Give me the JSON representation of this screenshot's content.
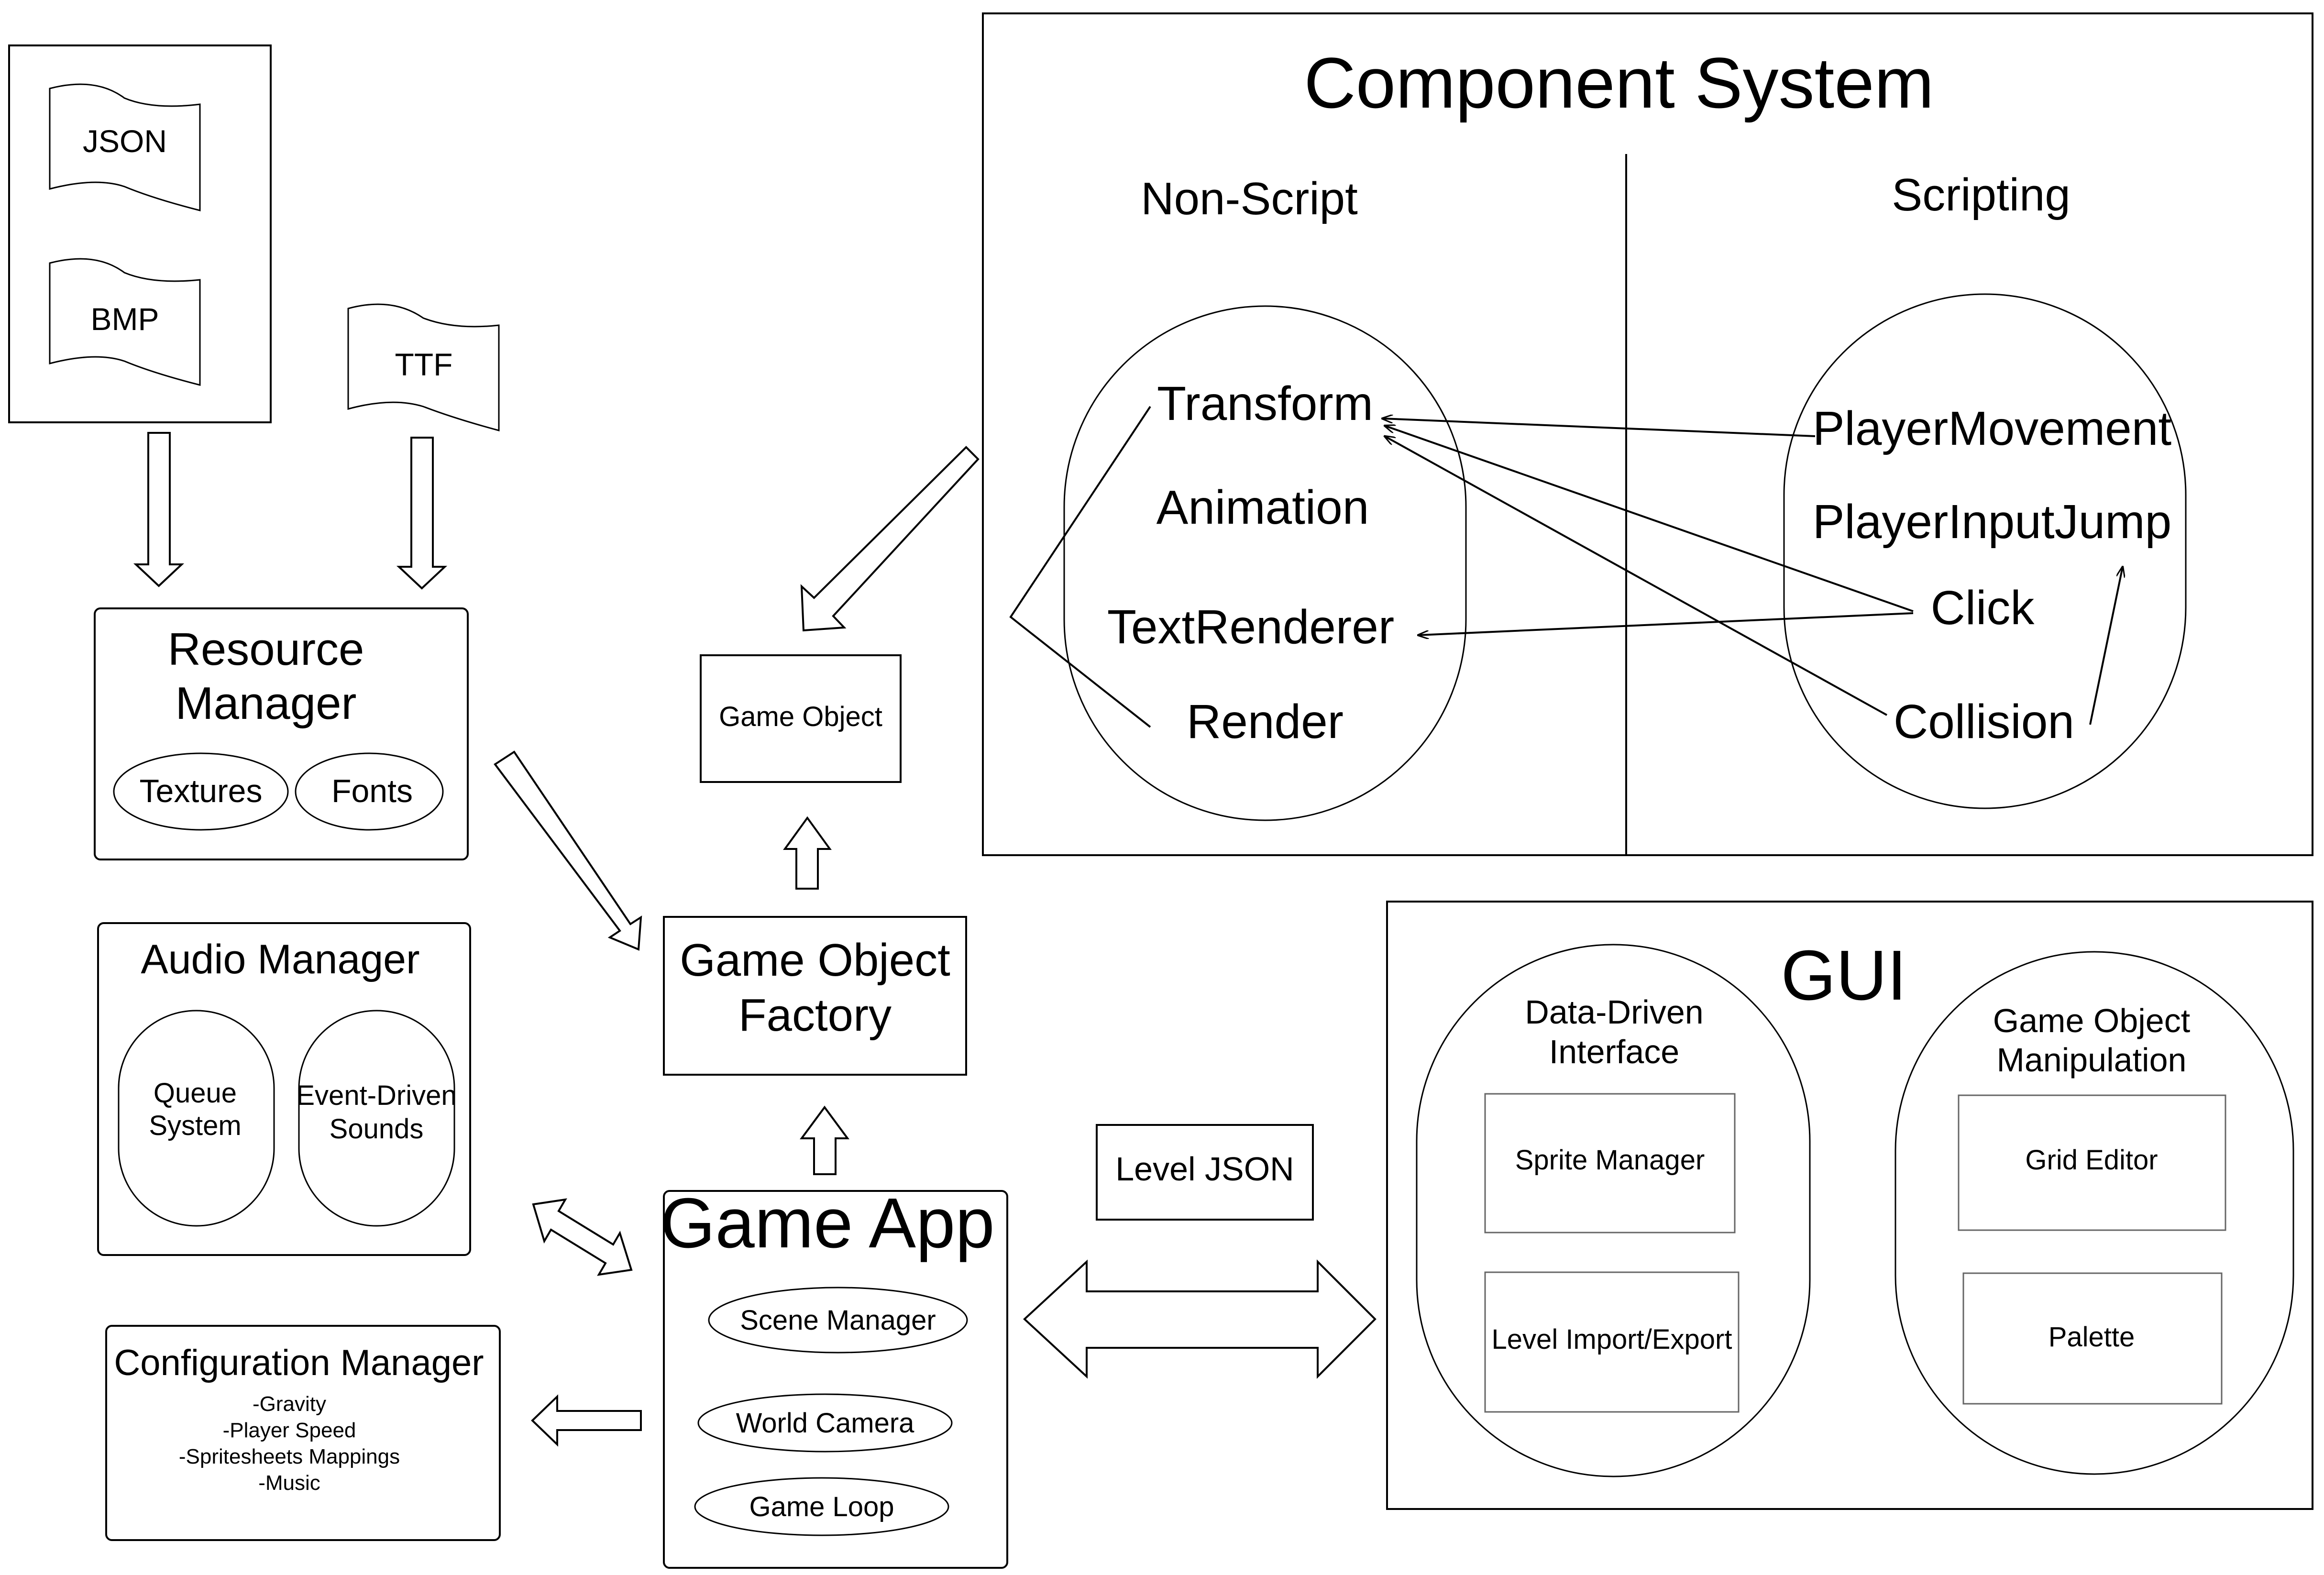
{
  "files": {
    "json": "JSON",
    "bmp": "BMP",
    "ttf": "TTF"
  },
  "resource_manager": {
    "title_line1": "Resource",
    "title_line2": "Manager",
    "items": [
      "Textures",
      "Fonts"
    ]
  },
  "audio_manager": {
    "title": "Audio Manager",
    "queue_line1": "Queue",
    "queue_line2": "System",
    "event_line1": "Event-Driven",
    "event_line2": "Sounds"
  },
  "configuration_manager": {
    "title": "Configuration Manager",
    "items": [
      "-Gravity",
      "-Player Speed",
      "-Spritesheets Mappings",
      "-Music"
    ]
  },
  "game_object": {
    "label": "Game Object"
  },
  "game_object_factory": {
    "title_line1": "Game Object",
    "title_line2": "Factory"
  },
  "game_app": {
    "title": "Game App",
    "items": [
      "Scene Manager",
      "World Camera",
      "Game Loop"
    ]
  },
  "level_json": {
    "label": "Level JSON"
  },
  "component_system": {
    "title": "Component System",
    "non_script": {
      "heading": "Non-Script",
      "items": [
        "Transform",
        "Animation",
        "TextRenderer",
        "Render"
      ]
    },
    "scripting": {
      "heading": "Scripting",
      "items": [
        "PlayerMovement",
        "PlayerInputJump",
        "Click",
        "Collision"
      ]
    }
  },
  "gui": {
    "title": "GUI",
    "data_driven": {
      "title_line1": "Data-Driven",
      "title_line2": "Interface",
      "items": [
        "Sprite Manager",
        "Level Import/Export"
      ]
    },
    "manipulation": {
      "title_line1": "Game Object",
      "title_line2": "Manipulation",
      "items": [
        "Grid Editor",
        "Palette"
      ]
    }
  }
}
